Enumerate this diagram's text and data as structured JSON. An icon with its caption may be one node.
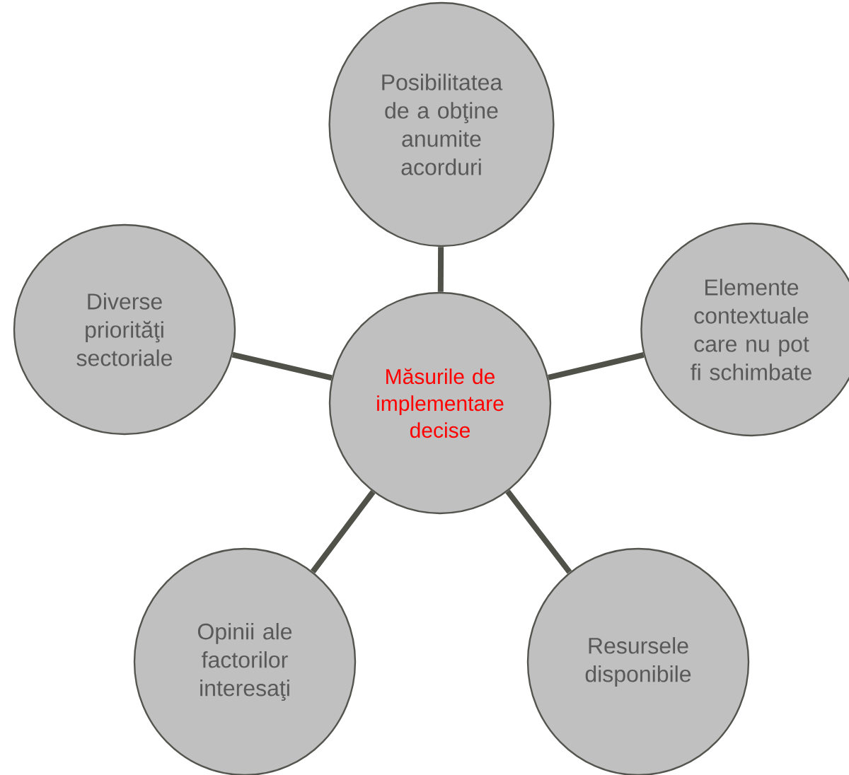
{
  "diagram": {
    "nodes": [
      {
        "text": [
          "Posibilitatea de a obţine anumite acorduri"
        ]
      },
      {
        "text": [
          "Diverse priorităţi sectoriale"
        ]
      },
      {
        "text": [
          "Măsurile de implementare decise"
        ]
      },
      {
        "text": [
          "Elemente contextuale care nu pot fi schimbate"
        ]
      },
      {
        "text": [
          "Opinii ale factorilor interesaţi"
        ]
      },
      {
        "text": [
          "Resursele disponibile"
        ]
      }
    ],
    "edges": [
      {
        "from": 2,
        "to": 0,
        "arrow": "none"
      },
      {
        "from": 2,
        "to": 1,
        "arrow": "none"
      },
      {
        "from": 2,
        "to": 3,
        "arrow": "none"
      },
      {
        "from": 2,
        "to": 4,
        "arrow": "none"
      },
      {
        "from": 2,
        "to": 5,
        "arrow": "none"
      }
    ]
  }
}
